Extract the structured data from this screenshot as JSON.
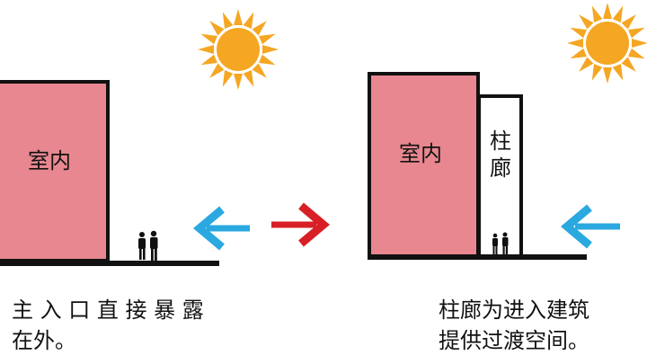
{
  "left_scene": {
    "building_label": "室内",
    "caption_line1": "主 入 口 直 接 暴 露",
    "caption_line2": "在外。"
  },
  "right_scene": {
    "building_label": "室内",
    "colonnade_label": "柱廊",
    "caption_line1": "柱廊为进入建筑",
    "caption_line2": "提供过渡空间。"
  },
  "colors": {
    "building_fill": "#e8878f",
    "outline": "#111111",
    "sun_body": "#f5a623",
    "sun_rays": "#f5a623",
    "arrow_blue": "#2aa8e0",
    "arrow_red": "#d81f26"
  },
  "icons": {
    "sun": "sun-icon",
    "arrow_left": "arrow-left-icon",
    "arrow_right": "arrow-right-icon",
    "people": "people-icon"
  }
}
